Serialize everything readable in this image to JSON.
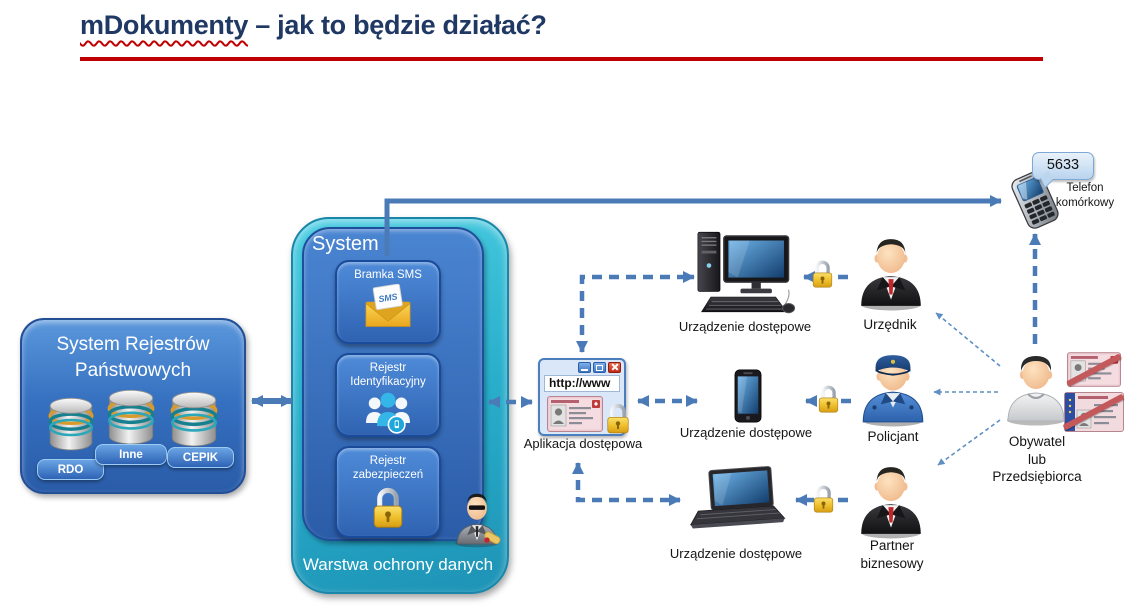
{
  "title": {
    "keyword": "mDokumenty",
    "rest": " – jak to będzie działać?"
  },
  "colors": {
    "title_navy": "#1F3864",
    "rule_red": "#C00000",
    "arrow_blue": "#4B7BB7",
    "teal": "#28AECB",
    "box_blue": "#3C77C4",
    "padlock_gold": "#EFC12F",
    "slash_red": "#C4595C"
  },
  "registers": {
    "title": "System Rejestrów\nPaństwowych",
    "databases": [
      {
        "label": "RDO",
        "icon": "database-icon"
      },
      {
        "label": "Inne",
        "icon": "database-icon"
      },
      {
        "label": "CEPIK",
        "icon": "database-icon"
      }
    ]
  },
  "system": {
    "title": "System",
    "layer_label": "Warstwa ochrony danych",
    "modules": [
      {
        "label": "Bramka SMS",
        "icon": "sms-envelope-icon",
        "icon_text": "SMS"
      },
      {
        "label": "Rejestr\nIdentyfikacyjny",
        "icon": "identification-people-icon"
      },
      {
        "label": "Rejestr\nzabezpieczeń",
        "icon": "security-padlock-icon"
      }
    ],
    "agent_icon": "data-protection-agent-icon"
  },
  "browser": {
    "address": "http://www",
    "label": "Aplikacja dostępowa",
    "content_icon": "id-card-icon",
    "lock_icon": "padlock-icon"
  },
  "devices": [
    {
      "type": "desktop-computer",
      "label": "Urządzenie dostępowe"
    },
    {
      "type": "smartphone",
      "label": "Urządzenie dostępowe"
    },
    {
      "type": "laptop",
      "label": "Urządzenie dostępowe"
    }
  ],
  "actors": [
    {
      "label": "Urzędnik"
    },
    {
      "label": "Policjant"
    },
    {
      "label": "Partner\nbiznesowy"
    }
  ],
  "citizen": {
    "label": "Obywatel\nlub\nPrzedsiębiorca",
    "documents": [
      {
        "name": "id-card",
        "crossed": true
      },
      {
        "name": "driving-license",
        "crossed": true
      }
    ]
  },
  "mobile": {
    "bubble": "5633",
    "label": "Telefon\nkomórkowy"
  }
}
